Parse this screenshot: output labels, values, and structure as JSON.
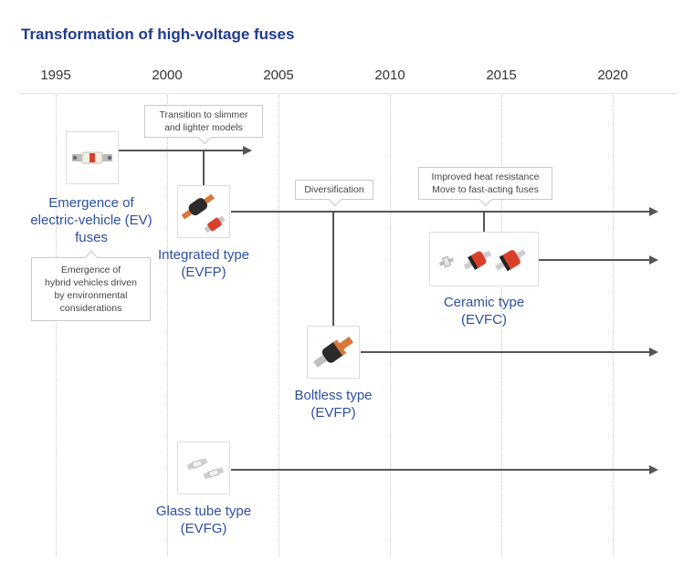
{
  "title": "Transformation of high-voltage fuses",
  "years": [
    "1995",
    "2000",
    "2005",
    "2010",
    "2015",
    "2020"
  ],
  "callouts": {
    "slimmer": [
      "Transition to slimmer",
      "and lighter models"
    ],
    "diversification": [
      "Diversification"
    ],
    "heat": [
      "Improved heat resistance",
      "Move to fast-acting fuses"
    ],
    "hybrid": [
      "Emergence of",
      "hybrid vehicles driven",
      "by environmental",
      "considerations"
    ]
  },
  "products": {
    "ev": {
      "label": [
        "Emergence of",
        "electric-vehicle (EV)",
        "fuses"
      ]
    },
    "integrated": {
      "label": [
        "Integrated type",
        "(EVFP)"
      ]
    },
    "ceramic": {
      "label": [
        "Ceramic type",
        "(EVFC)"
      ]
    },
    "boltless": {
      "label": [
        "Boltless type",
        "(EVFP)"
      ]
    },
    "glass": {
      "label": [
        "Glass tube type",
        "(EVFG)"
      ]
    }
  },
  "colors": {
    "title": "#1f3b8c",
    "label": "#2d4f9e",
    "line": "#555555",
    "fuse_orange": "#d9773b",
    "fuse_red": "#d9402a"
  }
}
